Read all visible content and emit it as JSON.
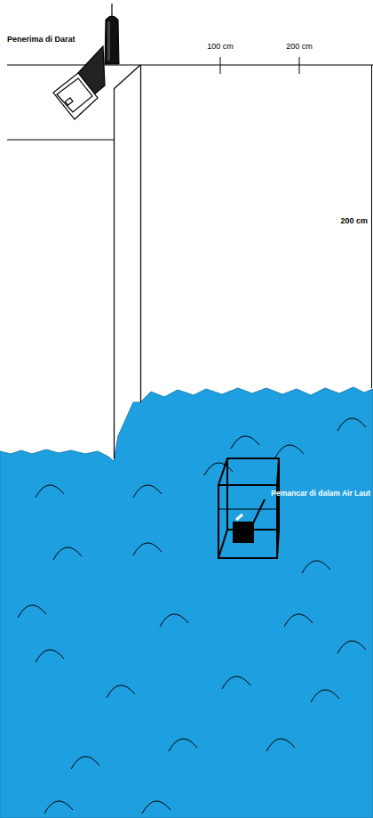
{
  "diagram": {
    "labels": [
      "Penerima di Darat",
      "100 cm",
      "200 cm",
      "200 cm",
      "Pemancar di dalam Air Laut"
    ]
  }
}
